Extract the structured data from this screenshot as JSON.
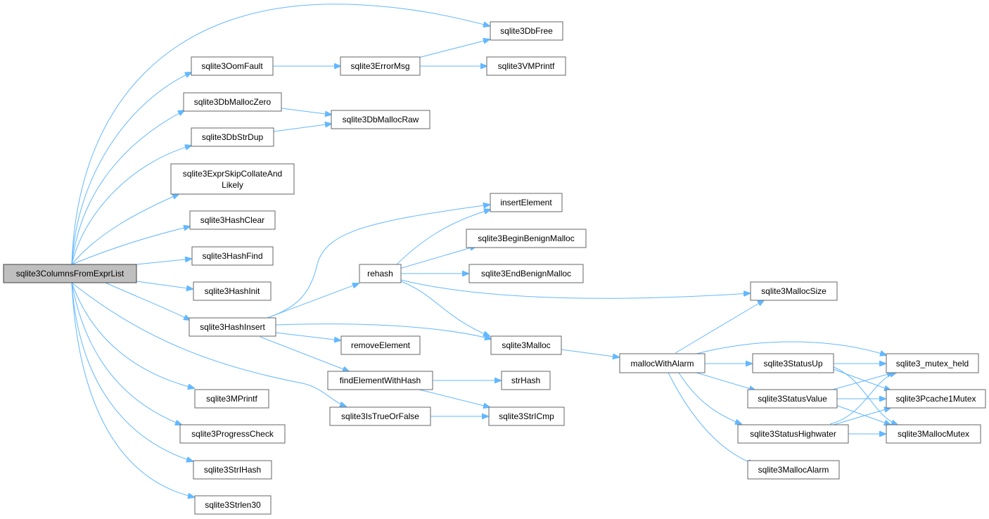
{
  "colors": {
    "edge": "#63b8ff",
    "node_border": "#666666",
    "root_fill": "#bfbfbf"
  },
  "nodes": {
    "root": "sqlite3ColumnsFromExprList",
    "dbfree": "sqlite3DbFree",
    "oomfault": "sqlite3OomFault",
    "errormsg": "sqlite3ErrorMsg",
    "vmprintf": "sqlite3VMPrintf",
    "dbmalloczero": "sqlite3DbMallocZero",
    "dbmallocraw": "sqlite3DbMallocRaw",
    "dbstrdup": "sqlite3DbStrDup",
    "exprskip": [
      "sqlite3ExprSkipCollateAnd",
      "Likely"
    ],
    "hashclear": "sqlite3HashClear",
    "hashfind": "sqlite3HashFind",
    "hashinit": "sqlite3HashInit",
    "hashinsert": "sqlite3HashInsert",
    "insertelement": "insertElement",
    "beginbenign": "sqlite3BeginBenignMalloc",
    "rehash": "rehash",
    "endbenign": "sqlite3EndBenignMalloc",
    "mallocsize": "sqlite3MallocSize",
    "removeelement": "removeElement",
    "malloc": "sqlite3Malloc",
    "mallocwithalarm": "mallocWithAlarm",
    "statusup": "sqlite3StatusUp",
    "mutexheld": "sqlite3_mutex_held",
    "findelement": "findElementWithHash",
    "strhash": "strHash",
    "statusvalue": "sqlite3StatusValue",
    "pcachemutex": "sqlite3Pcache1Mutex",
    "mprintf": "sqlite3MPrintf",
    "istrueorfalse": "sqlite3IsTrueOrFalse",
    "stricmp": "sqlite3StrICmp",
    "progresscheck": "sqlite3ProgressCheck",
    "statushighwater": "sqlite3StatusHighwater",
    "mallocmutex": "sqlite3MallocMutex",
    "strihash": "sqlite3StrIHash",
    "mallocalarm": "sqlite3MallocAlarm",
    "strlen30": "sqlite3Strlen30"
  }
}
